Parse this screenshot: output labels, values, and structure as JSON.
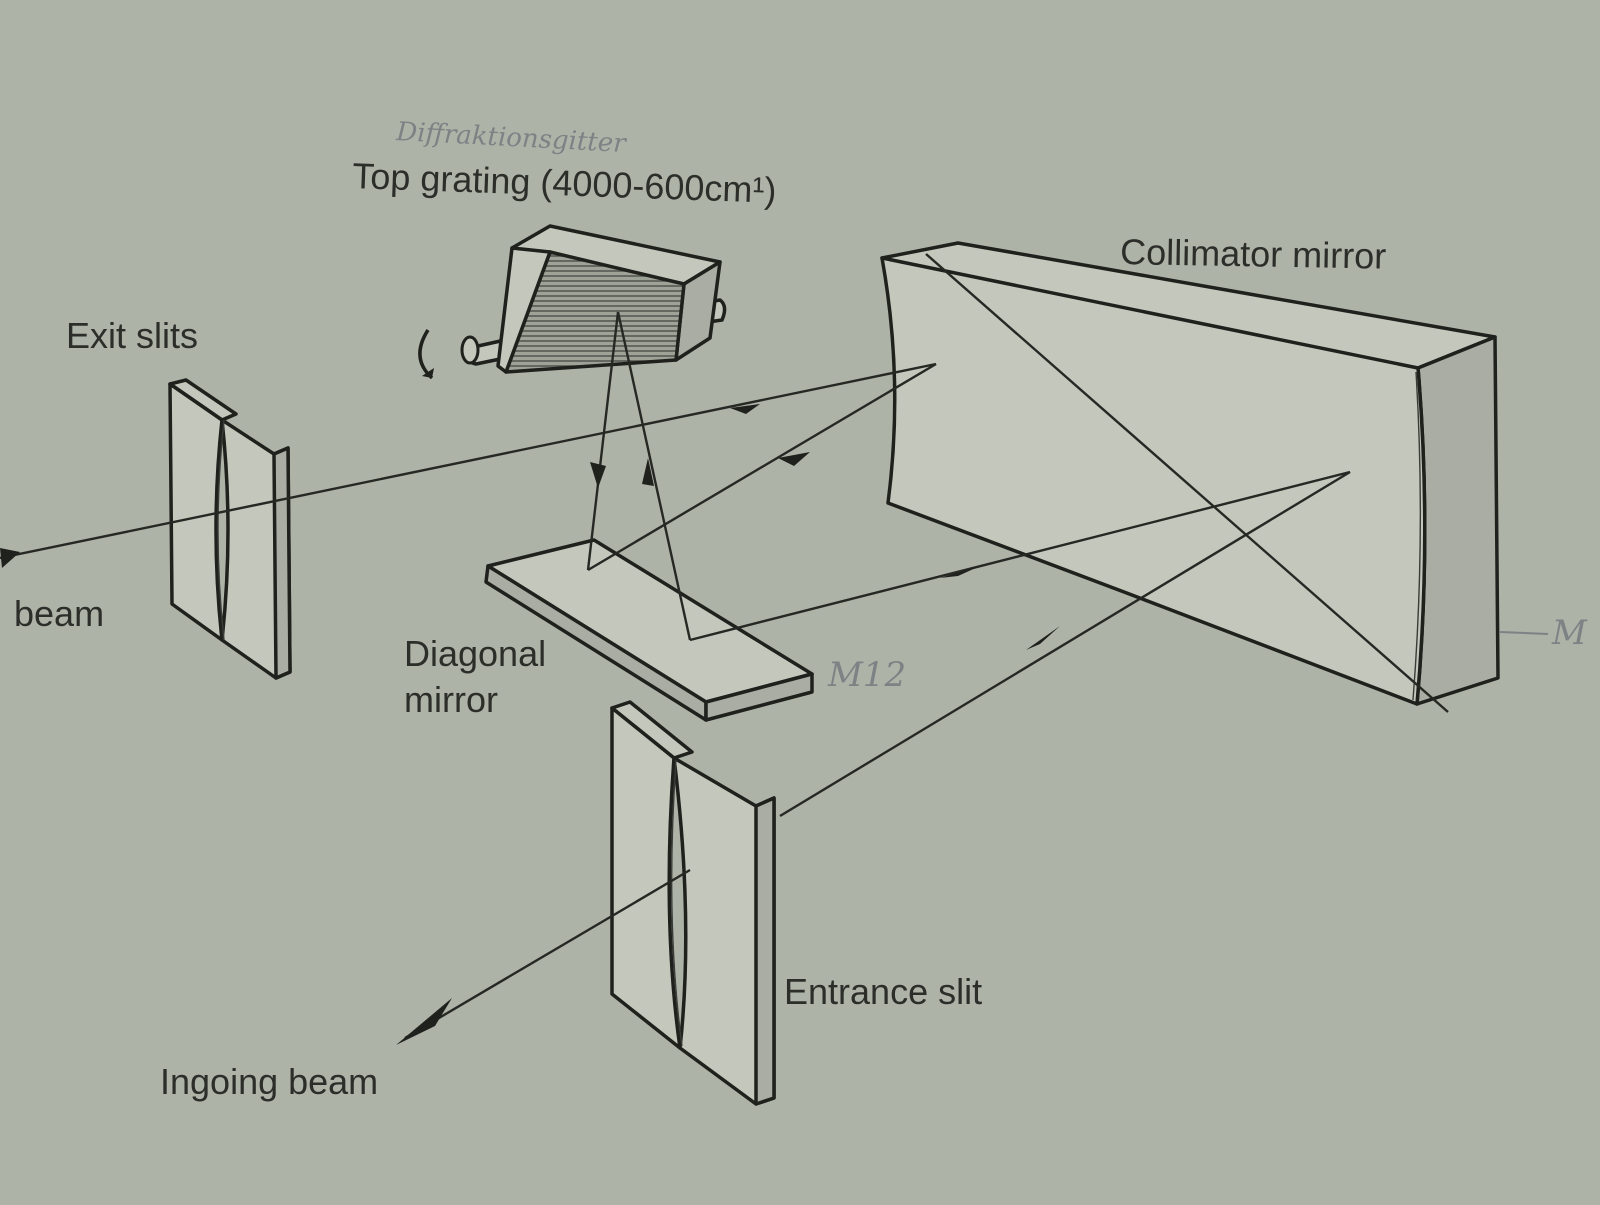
{
  "diagram": {
    "labels": {
      "top_grating": "Top grating (4000-600cm¹)",
      "handwritten_note": "Diffraktionsgitter",
      "collimator_mirror": "Collimator mirror",
      "exit_slits": "Exit slits",
      "beam": "beam",
      "diagonal_mirror_line1": "Diagonal",
      "diagonal_mirror_line2": "mirror",
      "margin_note_m12": "M12",
      "margin_note_right": "M",
      "entrance_slit": "Entrance slit",
      "ingoing_beam": "Ingoing beam"
    },
    "colors": {
      "paper": "#aeb3a8",
      "ink": "#1f211d",
      "pencil": "#7d8285"
    },
    "icons": {
      "rotation": "rotation-arrow-icon"
    }
  }
}
